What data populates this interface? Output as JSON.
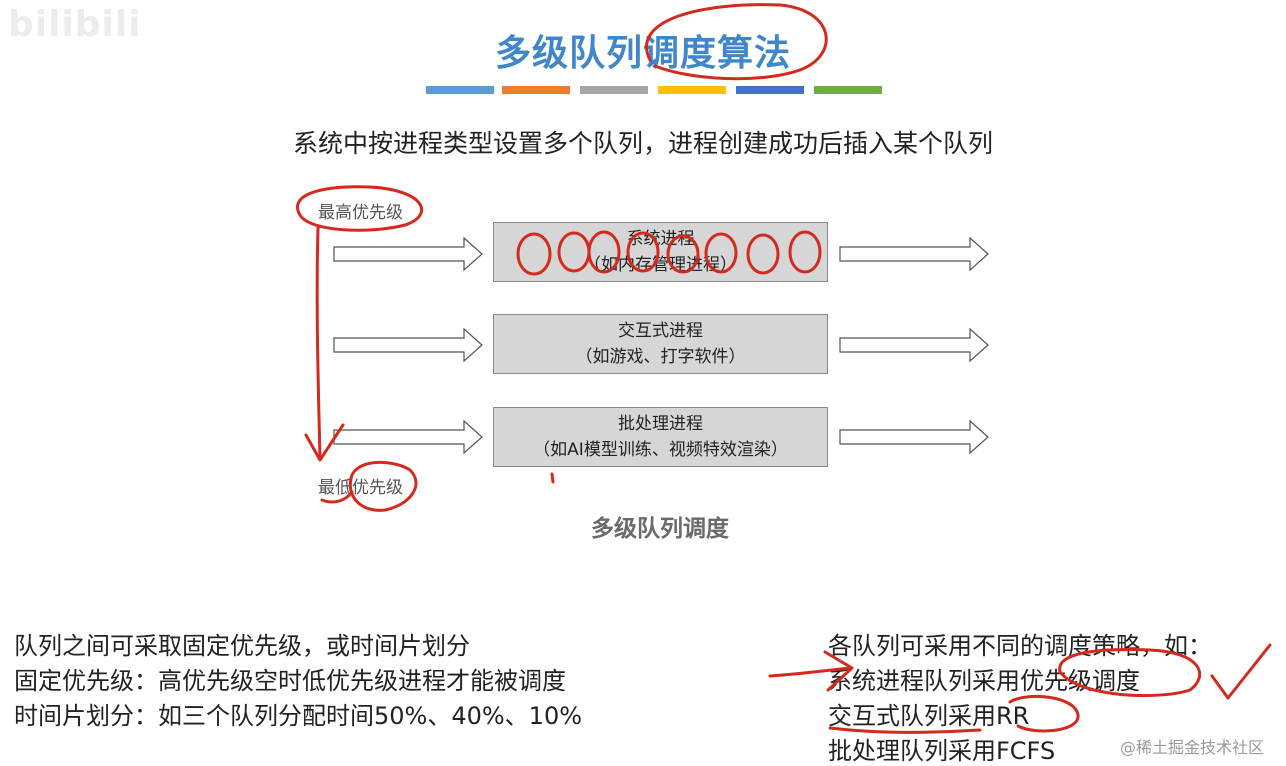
{
  "logo": "bilibili",
  "slide": {
    "title": "多级队列调度算法",
    "subtitle": "系统中按进程类型设置多个队列，进程创建成功后插入某个队列",
    "color_bars": [
      "#5b9bd5",
      "#ed7d31",
      "#a5a5a5",
      "#ffc000",
      "#4472c4",
      "#70ad47"
    ]
  },
  "diagram": {
    "highest_label": "最高优先级",
    "lowest_label": "最低优先级",
    "queues": [
      {
        "name": "系统进程",
        "example": "（如内存管理进程）"
      },
      {
        "name": "交互式进程",
        "example": "（如游戏、打字软件）"
      },
      {
        "name": "批处理进程",
        "example": "（如AI模型训练、视频特效渲染）"
      }
    ],
    "caption": "多级队列调度"
  },
  "notes_left": [
    "队列之间可采取固定优先级，或时间片划分",
    "固定优先级：高优先级空时低优先级进程才能被调度",
    "时间片划分：如三个队列分配时间50%、40%、10%"
  ],
  "notes_right": [
    "各队列可采用不同的调度策略，如：",
    "系统进程队列采用优先级调度",
    "交互式队列采用RR",
    "批处理队列采用FCFS"
  ],
  "watermark": "@稀土掘金技术社区"
}
